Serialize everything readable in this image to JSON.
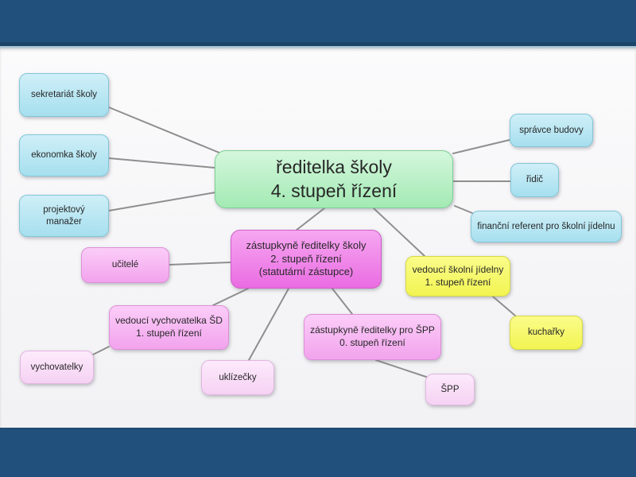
{
  "frame": {
    "bar_color": "#20507b",
    "canvas_color": "#f8f8f9",
    "connector_color": "#8f8f8f"
  },
  "palette": {
    "node_blue": "#b5e6f2",
    "node_green": "#b9f0c5",
    "node_magenta": "#ee7fe8",
    "node_pink": "#f6aef2",
    "node_pink_light": "#f9ddf8",
    "node_yellow": "#f6f862"
  },
  "diagram": {
    "nodes": {
      "sekretariat": {
        "lines": [
          "sekretariát školy"
        ]
      },
      "ekonomka": {
        "lines": [
          "ekonomka školy"
        ]
      },
      "projektovy": {
        "lines": [
          "projektový",
          "manažer"
        ]
      },
      "reditelka": {
        "lines": [
          "ředitelka školy",
          "4. stupeň řízení"
        ]
      },
      "spravce": {
        "lines": [
          "správce budovy"
        ]
      },
      "ridic": {
        "lines": [
          "řidič"
        ]
      },
      "financni": {
        "lines": [
          "finanční referent pro školní jídelnu"
        ]
      },
      "zastupkyne_skoly": {
        "lines": [
          "zástupkyně ředitelky školy",
          "2. stupeň řízení",
          "(statutární zástupce)"
        ]
      },
      "ucitele": {
        "lines": [
          "učitelé"
        ]
      },
      "vedouci_jidelny": {
        "lines": [
          "vedoucí školní jídelny",
          "1. stupeň řízení"
        ]
      },
      "vedouci_vychovatelka": {
        "lines": [
          "vedoucí vychovatelka ŠD",
          "1. stupeň řízení"
        ]
      },
      "vychovatelky": {
        "lines": [
          "vychovatelky"
        ]
      },
      "uklizecky": {
        "lines": [
          "uklízečky"
        ]
      },
      "zastupkyne_spp": {
        "lines": [
          "zástupkyně ředitelky pro ŠPP",
          "0. stupeň řízení"
        ]
      },
      "spp": {
        "lines": [
          "ŠPP"
        ]
      },
      "kucharky": {
        "lines": [
          "kuchařky"
        ]
      }
    },
    "edges": [
      {
        "from": "reditelka",
        "to": "sekretariat"
      },
      {
        "from": "reditelka",
        "to": "ekonomka"
      },
      {
        "from": "reditelka",
        "to": "projektovy"
      },
      {
        "from": "reditelka",
        "to": "spravce"
      },
      {
        "from": "reditelka",
        "to": "ridic"
      },
      {
        "from": "reditelka",
        "to": "financni"
      },
      {
        "from": "reditelka",
        "to": "zastupkyne_skoly"
      },
      {
        "from": "reditelka",
        "to": "vedouci_jidelny"
      },
      {
        "from": "zastupkyne_skoly",
        "to": "ucitele"
      },
      {
        "from": "zastupkyne_skoly",
        "to": "vedouci_vychovatelka"
      },
      {
        "from": "zastupkyne_skoly",
        "to": "uklizecky"
      },
      {
        "from": "zastupkyne_skoly",
        "to": "zastupkyne_spp"
      },
      {
        "from": "vedouci_vychovatelka",
        "to": "vychovatelky"
      },
      {
        "from": "zastupkyne_spp",
        "to": "spp"
      },
      {
        "from": "vedouci_jidelny",
        "to": "kucharky"
      }
    ]
  }
}
